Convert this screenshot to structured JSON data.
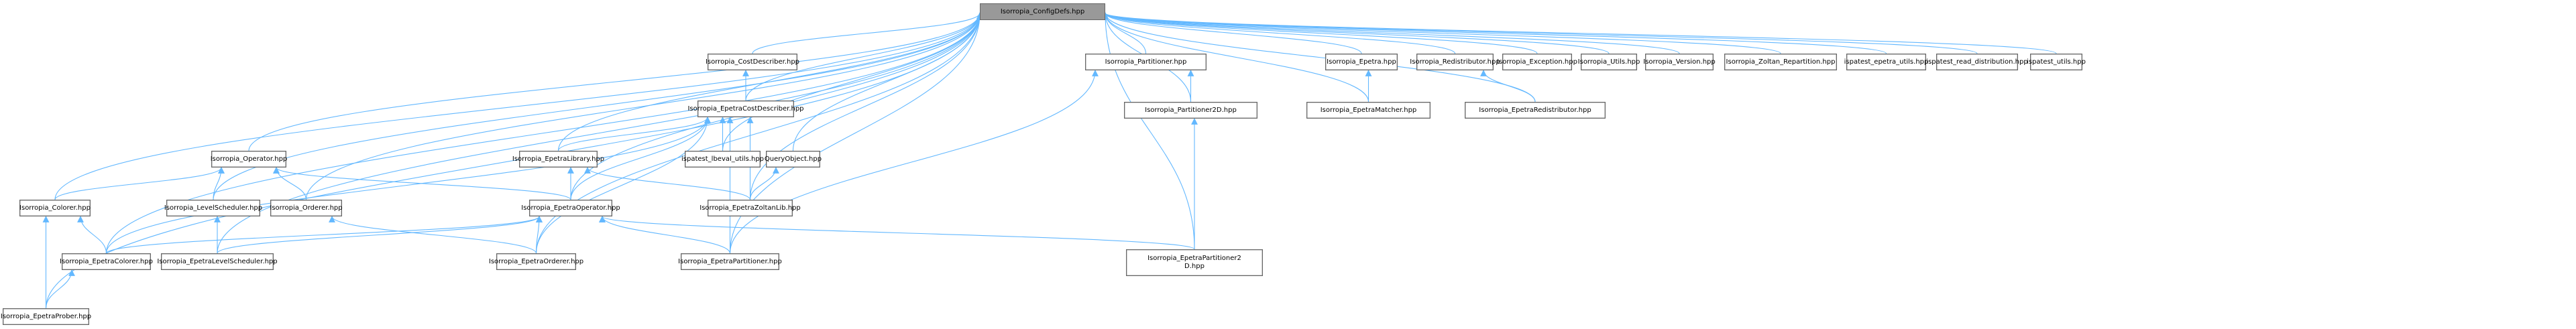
{
  "graph": {
    "type": "include-dependency-graph",
    "colors": {
      "edge": "#63b8ff",
      "node_fill": "#ffffff",
      "node_border": "#666666",
      "root_fill": "#999999"
    },
    "root": "configdefs",
    "nodes": [
      {
        "id": "configdefs",
        "label": "Isorropia_ConfigDefs.hpp"
      },
      {
        "id": "costdescriber",
        "label": "Isorropia_CostDescriber.hpp"
      },
      {
        "id": "partitioner",
        "label": "Isorropia_Partitioner.hpp"
      },
      {
        "id": "epetra",
        "label": "Isorropia_Epetra.hpp"
      },
      {
        "id": "redistributor",
        "label": "Isorropia_Redistributor.hpp"
      },
      {
        "id": "exception",
        "label": "Isorropia_Exception.hpp"
      },
      {
        "id": "utils",
        "label": "Isorropia_Utils.hpp"
      },
      {
        "id": "version",
        "label": "Isorropia_Version.hpp"
      },
      {
        "id": "zoltanrepartition",
        "label": "Isorropia_Zoltan_Repartition.hpp"
      },
      {
        "id": "ispatest_epetra_utils",
        "label": "ispatest_epetra_utils.hpp"
      },
      {
        "id": "ispatest_read_distribution",
        "label": "ispatest_read_distribution.hpp"
      },
      {
        "id": "ispatest_utils",
        "label": "ispatest_utils.hpp"
      },
      {
        "id": "epetracostdescriber",
        "label": "Isorropia_EpetraCostDescriber.hpp"
      },
      {
        "id": "partitioner2d",
        "label": "Isorropia_Partitioner2D.hpp"
      },
      {
        "id": "epetramatcher",
        "label": "Isorropia_EpetraMatcher.hpp"
      },
      {
        "id": "epetraredistributor",
        "label": "Isorropia_EpetraRedistributor.hpp"
      },
      {
        "id": "operator",
        "label": "Isorropia_Operator.hpp"
      },
      {
        "id": "epetralibrary",
        "label": "Isorropia_EpetraLibrary.hpp"
      },
      {
        "id": "lbeval_utils",
        "label": "ispatest_lbeval_utils.hpp"
      },
      {
        "id": "queryobject",
        "label": "QueryObject.hpp"
      },
      {
        "id": "colorer",
        "label": "Isorropia_Colorer.hpp"
      },
      {
        "id": "levelscheduler",
        "label": "Isorropia_LevelScheduler.hpp"
      },
      {
        "id": "orderer",
        "label": "Isorropia_Orderer.hpp"
      },
      {
        "id": "epetraoperator",
        "label": "Isorropia_EpetraOperator.hpp"
      },
      {
        "id": "epetrazoltanlib",
        "label": "Isorropia_EpetraZoltanLib.hpp"
      },
      {
        "id": "epetracolorer",
        "label": "Isorropia_EpetraColorer.hpp"
      },
      {
        "id": "epetralevelscheduler",
        "label": "Isorropia_EpetraLevelScheduler.hpp"
      },
      {
        "id": "epetraorderer",
        "label": "Isorropia_EpetraOrderer.hpp"
      },
      {
        "id": "epetrapartitioner",
        "label": "Isorropia_EpetraPartitioner.hpp"
      },
      {
        "id": "epetrapartitioner2d",
        "label": "Isorropia_EpetraPartitioner2\nD.hpp"
      },
      {
        "id": "epetraprober",
        "label": "Isorropia_EpetraProber.hpp"
      }
    ],
    "edges": [
      {
        "from": "costdescriber",
        "to": "configdefs"
      },
      {
        "from": "partitioner",
        "to": "configdefs"
      },
      {
        "from": "epetra",
        "to": "configdefs"
      },
      {
        "from": "redistributor",
        "to": "configdefs"
      },
      {
        "from": "exception",
        "to": "configdefs"
      },
      {
        "from": "utils",
        "to": "configdefs"
      },
      {
        "from": "version",
        "to": "configdefs"
      },
      {
        "from": "zoltanrepartition",
        "to": "configdefs"
      },
      {
        "from": "ispatest_epetra_utils",
        "to": "configdefs"
      },
      {
        "from": "ispatest_read_distribution",
        "to": "configdefs"
      },
      {
        "from": "ispatest_utils",
        "to": "configdefs"
      },
      {
        "from": "epetracostdescriber",
        "to": "configdefs"
      },
      {
        "from": "partitioner2d",
        "to": "configdefs"
      },
      {
        "from": "epetramatcher",
        "to": "configdefs"
      },
      {
        "from": "epetraredistributor",
        "to": "configdefs"
      },
      {
        "from": "operator",
        "to": "configdefs"
      },
      {
        "from": "epetralibrary",
        "to": "configdefs"
      },
      {
        "from": "lbeval_utils",
        "to": "configdefs"
      },
      {
        "from": "queryobject",
        "to": "configdefs"
      },
      {
        "from": "colorer",
        "to": "configdefs"
      },
      {
        "from": "levelscheduler",
        "to": "configdefs"
      },
      {
        "from": "orderer",
        "to": "configdefs"
      },
      {
        "from": "epetraoperator",
        "to": "configdefs"
      },
      {
        "from": "epetrazoltanlib",
        "to": "configdefs"
      },
      {
        "from": "epetracolorer",
        "to": "configdefs"
      },
      {
        "from": "epetralevelscheduler",
        "to": "configdefs"
      },
      {
        "from": "epetraorderer",
        "to": "configdefs"
      },
      {
        "from": "epetrapartitioner",
        "to": "configdefs"
      },
      {
        "from": "epetrapartitioner2d",
        "to": "configdefs"
      },
      {
        "from": "epetraprober",
        "to": "configdefs"
      },
      {
        "from": "epetracostdescriber",
        "to": "costdescriber"
      },
      {
        "from": "partitioner2d",
        "to": "partitioner"
      },
      {
        "from": "epetrapartitioner",
        "to": "partitioner"
      },
      {
        "from": "epetramatcher",
        "to": "epetra"
      },
      {
        "from": "epetraredistributor",
        "to": "redistributor"
      },
      {
        "from": "epetrapartitioner2d",
        "to": "partitioner2d"
      },
      {
        "from": "epetralibrary",
        "to": "epetracostdescriber"
      },
      {
        "from": "lbeval_utils",
        "to": "epetracostdescriber"
      },
      {
        "from": "epetraoperator",
        "to": "epetracostdescriber"
      },
      {
        "from": "epetrazoltanlib",
        "to": "epetracostdescriber"
      },
      {
        "from": "epetracolorer",
        "to": "epetracostdescriber"
      },
      {
        "from": "epetraorderer",
        "to": "epetracostdescriber"
      },
      {
        "from": "epetrapartitioner",
        "to": "epetracostdescriber"
      },
      {
        "from": "colorer",
        "to": "operator"
      },
      {
        "from": "levelscheduler",
        "to": "operator"
      },
      {
        "from": "orderer",
        "to": "operator"
      },
      {
        "from": "epetraoperator",
        "to": "operator"
      },
      {
        "from": "epetraoperator",
        "to": "epetralibrary"
      },
      {
        "from": "epetrazoltanlib",
        "to": "epetralibrary"
      },
      {
        "from": "epetrazoltanlib",
        "to": "queryobject"
      },
      {
        "from": "epetracolorer",
        "to": "colorer"
      },
      {
        "from": "epetraprober",
        "to": "colorer"
      },
      {
        "from": "epetralevelscheduler",
        "to": "levelscheduler"
      },
      {
        "from": "epetraorderer",
        "to": "orderer"
      },
      {
        "from": "epetracolorer",
        "to": "epetraoperator"
      },
      {
        "from": "epetralevelscheduler",
        "to": "epetraoperator"
      },
      {
        "from": "epetraorderer",
        "to": "epetraoperator"
      },
      {
        "from": "epetrapartitioner",
        "to": "epetraoperator"
      },
      {
        "from": "epetrapartitioner2d",
        "to": "epetraoperator"
      },
      {
        "from": "epetraprober",
        "to": "epetracolorer"
      }
    ]
  }
}
